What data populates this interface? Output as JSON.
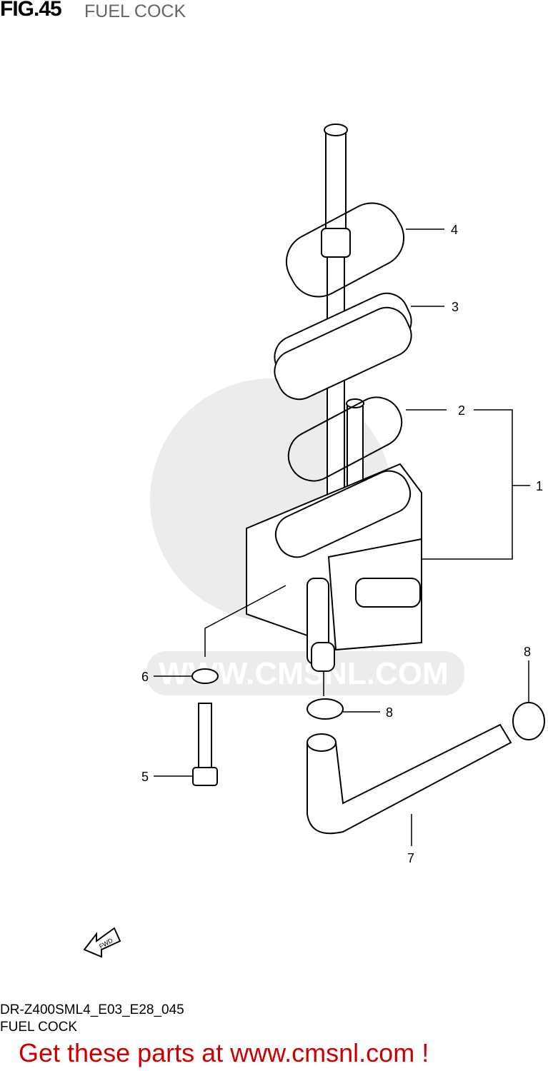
{
  "header": {
    "figure": "FIG.45",
    "title": "FUEL COCK"
  },
  "callouts": [
    "1",
    "2",
    "3",
    "4",
    "5",
    "6",
    "7",
    "8",
    "8"
  ],
  "direction_label": "FWD",
  "watermark": "WWW.CMSNL.COM",
  "footer": {
    "model_code": "DR-Z400SML4_E03_E28_045",
    "caption": "FUEL COCK",
    "promo": "Get these parts at www.cmsnl.com !"
  },
  "colors": {
    "promo": "#cc0000",
    "watermark": "#e6e6e6"
  }
}
